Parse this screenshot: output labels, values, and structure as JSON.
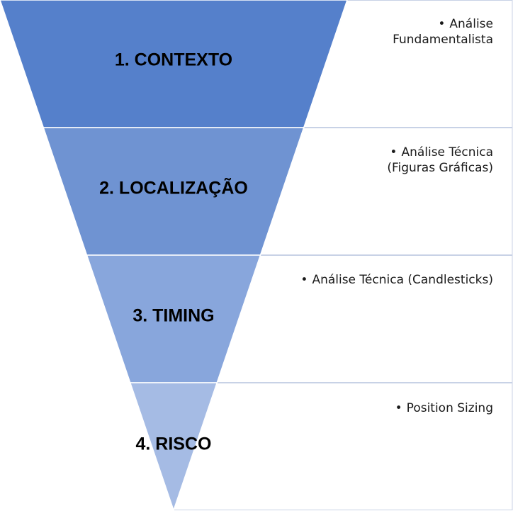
{
  "levels": [
    {
      "label": "1. CONTEXTO",
      "color": "#5580cb",
      "description": [
        "Análise",
        "Fundamentalista"
      ]
    },
    {
      "label": "2. LOCALIZAÇÃO",
      "color": "#6f93d2",
      "description": [
        "Análise Técnica",
        "(Figuras Gráficas)"
      ]
    },
    {
      "label": "3. TIMING",
      "color": "#88a6dc",
      "description": [
        "Análise Técnica (Candlesticks)"
      ]
    },
    {
      "label": "4. RISCO",
      "color": "#a5bbe4",
      "description": [
        "Position Sizing"
      ]
    }
  ],
  "bullet_symbol": "•",
  "border_color": "#c8d2e6"
}
